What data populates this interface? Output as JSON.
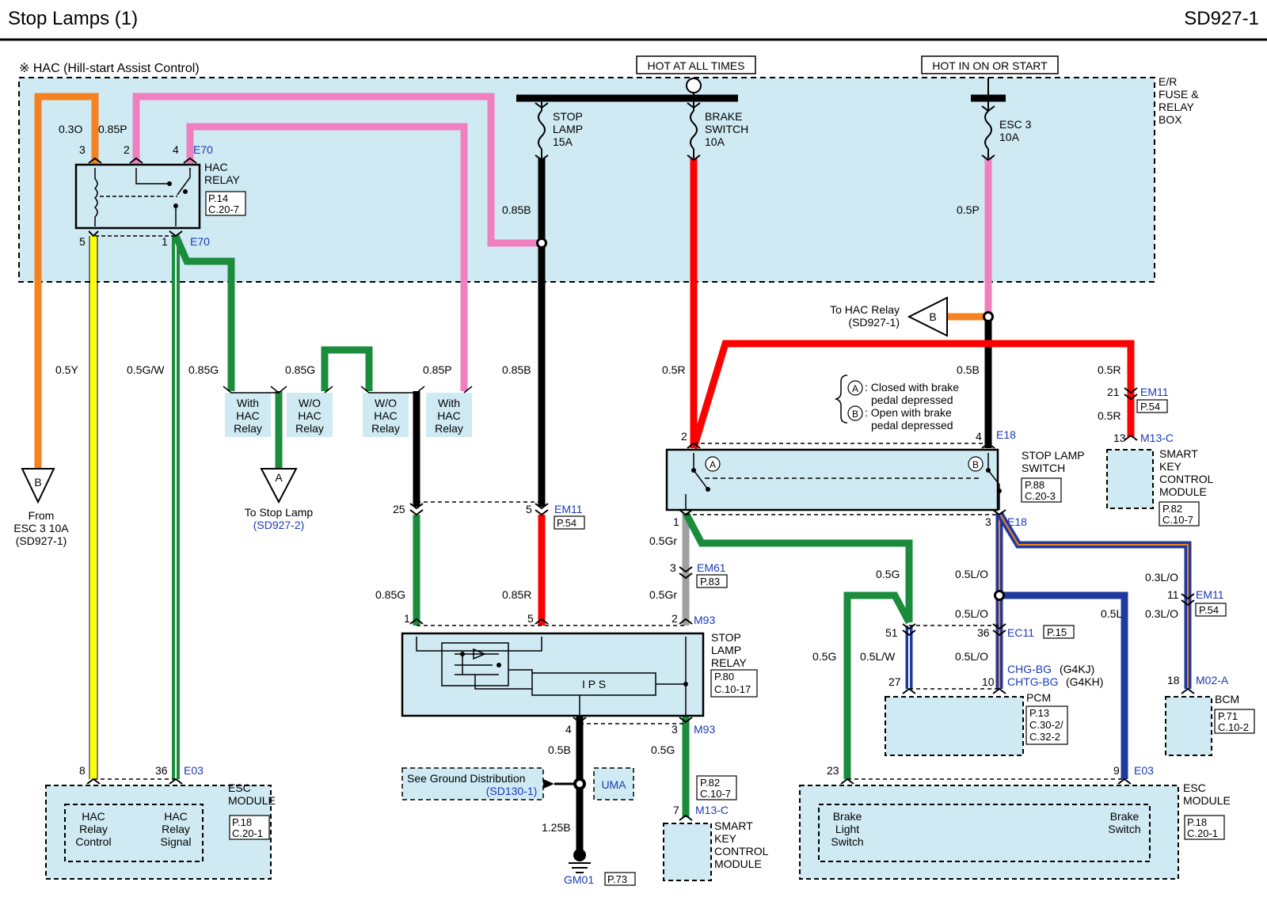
{
  "header": {
    "title": "Stop Lamps (1)",
    "code": "SD927-1"
  },
  "note": "※ HAC (Hill-start Assist Control)",
  "power": {
    "hot_at_all_times": "HOT AT ALL TIMES",
    "hot_in_on_or_start": "HOT IN ON OR START",
    "box_label": [
      "E/R",
      "FUSE &",
      "RELAY",
      "BOX"
    ]
  },
  "fuses": {
    "stop_lamp": [
      "STOP",
      "LAMP",
      "15A"
    ],
    "brake_switch": [
      "BRAKE",
      "SWITCH",
      "10A"
    ],
    "esc3": [
      "ESC 3",
      "10A"
    ]
  },
  "hac_relay": {
    "label": [
      "HAC",
      "RELAY"
    ],
    "ref": [
      "P.14",
      "C.20-7"
    ],
    "connector": "E70",
    "pins": {
      "p3": "3",
      "p2": "2",
      "p4": "4",
      "p5": "5",
      "p1": "1"
    }
  },
  "wires": {
    "w03O": "0.3O",
    "w085P_top": "0.85P",
    "w085B_top": "0.85B",
    "w05P": "0.5P",
    "w05Y": "0.5Y",
    "w05GW": "0.5G/W",
    "w085G_a": "0.85G",
    "w085G_b": "0.85G",
    "w085P_b": "0.85P",
    "w085B_mid": "0.85B",
    "w05R_mid": "0.5R",
    "w05B": "0.5B",
    "w05R_right": "0.5R",
    "w05R_right2": "0.5R",
    "w085G_relay": "0.85G",
    "w085R": "0.85R",
    "w05Gr_a": "0.5Gr",
    "w05Gr_b": "0.5Gr",
    "w05B_gnd": "0.5B",
    "w125B": "1.25B",
    "w05G_m93": "0.5G",
    "w05G_a": "0.5G",
    "w05LO_a": "0.5L/O",
    "w05LO_b": "0.5L/O",
    "w05L": "0.5L",
    "w03LO_a": "0.3L/O",
    "w03LO_b": "0.3L/O",
    "w05G_b": "0.5G",
    "w05LW": "0.5L/W",
    "w05LO_c": "0.5L/O"
  },
  "options": {
    "with_hac_1": [
      "With",
      "HAC",
      "Relay"
    ],
    "wo_hac_1": [
      "W/O",
      "HAC",
      "Relay"
    ],
    "wo_hac_2": [
      "W/O",
      "HAC",
      "Relay"
    ],
    "with_hac_2": [
      "With",
      "HAC",
      "Relay"
    ]
  },
  "offpage": {
    "from_esc_letter": "B",
    "from_esc": [
      "From",
      "ESC 3 10A",
      "(SD927-1)"
    ],
    "to_stop_letter": "A",
    "to_stop": "To Stop Lamp",
    "to_stop_ref": "(SD927-2)",
    "to_hac_letter": "B",
    "to_hac": [
      "To HAC Relay",
      "(SD927-1)"
    ]
  },
  "legend": {
    "a_letter": "A",
    "a_text": [
      ": Closed with brake",
      "pedal depressed"
    ],
    "b_letter": "B",
    "b_text": [
      ": Open with brake",
      "pedal depressed"
    ]
  },
  "stop_lamp_switch": {
    "label": [
      "STOP LAMP",
      "SWITCH"
    ],
    "ref": [
      "P.88",
      "C.20-3"
    ],
    "connector": "E18",
    "pins": {
      "p2": "2",
      "p4": "4",
      "p1": "1",
      "p3": "3"
    },
    "contact_a": "A",
    "contact_b": "B"
  },
  "connectors": {
    "em11_left": "EM11",
    "em11_left_ref": "P.54",
    "em11_left_pin25": "25",
    "em11_left_pin5": "5",
    "em61": "EM61",
    "em61_ref": "P.83",
    "em61_pin": "3",
    "m93_top": "M93",
    "m93_bottom": "M93",
    "ec11": "EC11",
    "ec11_ref": "P.15",
    "ec11_pin51": "51",
    "ec11_pin36": "36",
    "em11_right": "EM11",
    "em11_right_ref": "P.54",
    "em11_right_pin": "11",
    "em11_smart": "EM11",
    "em11_smart_ref": "P.54",
    "em11_smart_pin": "21",
    "m13c_right": "M13-C",
    "m13c_right_pin": "13",
    "m13c_bottom": "M13-C",
    "m13c_bottom_pin": "7",
    "m02a": "M02-A",
    "m02a_pin": "18",
    "e03_left": "E03",
    "e03_left_pin8": "8",
    "e03_left_pin36": "36",
    "e03_right": "E03",
    "e03_right_pin23": "23",
    "e03_right_pin9": "9",
    "chg": "CHG-BG",
    "chg_eng": "(G4KJ)",
    "chtg": "CHTG-BG",
    "chtg_eng": "(G4KH)",
    "pcm_pin27": "27",
    "pcm_pin10": "10"
  },
  "stop_lamp_relay": {
    "label": [
      "STOP",
      "LAMP",
      "RELAY"
    ],
    "ref": [
      "P.80",
      "C.10-17"
    ],
    "ips": "I P S",
    "pins": {
      "p1": "1",
      "p5": "5",
      "p2": "2",
      "p4": "4",
      "p3": "3"
    }
  },
  "ground": {
    "see_ground": "See Ground Distribution",
    "see_ground_ref": "(SD130-1)",
    "uma": "UMA",
    "gm01": "GM01",
    "gm01_ref": "P.73"
  },
  "modules": {
    "smart_key_top": [
      "SMART",
      "KEY",
      "CONTROL",
      "MODULE"
    ],
    "smart_key_top_ref": [
      "P.82",
      "C.10-7"
    ],
    "smart_key_bottom": [
      "SMART",
      "KEY",
      "CONTROL",
      "MODULE"
    ],
    "smart_key_bottom_ref": [
      "P.82",
      "C.10-7"
    ],
    "pcm": "PCM",
    "pcm_ref": [
      "P.13",
      "C.30-2/",
      "C.32-2"
    ],
    "bcm": "BCM",
    "bcm_ref": [
      "P.71",
      "C.10-2"
    ],
    "esc_left": [
      "ESC",
      "MODULE"
    ],
    "esc_left_ref": [
      "P.18",
      "C.20-1"
    ],
    "esc_left_in1": [
      "HAC",
      "Relay",
      "Control"
    ],
    "esc_left_in2": [
      "HAC",
      "Relay",
      "Signal"
    ],
    "esc_right": [
      "ESC",
      "MODULE"
    ],
    "esc_right_ref": [
      "P.18",
      "C.20-1"
    ],
    "esc_right_in1": [
      "Brake",
      "Light",
      "Switch"
    ],
    "esc_right_in2": [
      "Brake",
      "Switch"
    ]
  },
  "colors": {
    "orange": "#f58220",
    "pink": "#f07fbf",
    "black": "#000000",
    "red": "#ff0000",
    "yellow": "#ffff00",
    "green": "#1a8c3c",
    "gray": "#a0a0a0",
    "blue": "#1f3a9e",
    "box_fill": "#cfeaf3",
    "ref_blue": "#1a3ab8"
  }
}
